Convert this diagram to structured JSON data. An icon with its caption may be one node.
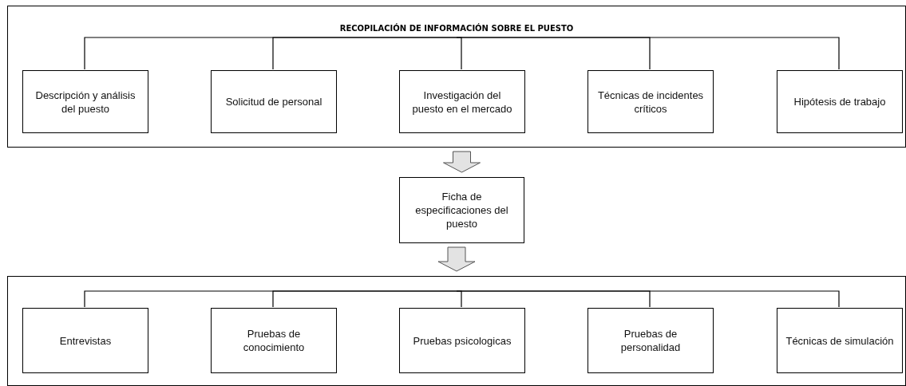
{
  "diagram": {
    "nodes": [
      {
        "text": [
          "RECOPILACIÓN DE INFORMACIÓN SOBRE EL PUESTO"
        ]
      },
      {
        "text": [
          "Descripción y análisis del puesto"
        ],
        "in": 0
      },
      {
        "text": [
          "Solicitud de personal"
        ],
        "in": 0
      },
      {
        "text": [
          "Investigación del puesto en el mercado"
        ],
        "in": 0
      },
      {
        "text": [
          "Técnicas de incidentes críticos"
        ],
        "in": 0
      },
      {
        "text": [
          "Hipótesis de trabajo"
        ],
        "in": 0
      },
      {
        "text": [
          "Ficha de especificaciones del puesto"
        ]
      },
      {
        "text": [],
        "shape": "box"
      },
      {
        "text": [
          "Entrevistas"
        ],
        "in": 7
      },
      {
        "text": [
          "Pruebas de conocimiento"
        ],
        "in": 7
      },
      {
        "text": [
          "Pruebas psicologicas"
        ],
        "in": 7
      },
      {
        "text": [
          "Pruebas de personalidad"
        ],
        "in": 7
      },
      {
        "text": [
          "Técnicas de simulación"
        ],
        "in": 7
      }
    ],
    "edges": [
      {
        "from": 0,
        "to": 1,
        "arrow": "none"
      },
      {
        "from": 0,
        "to": 2,
        "arrow": "none"
      },
      {
        "from": 0,
        "to": 3,
        "arrow": "none"
      },
      {
        "from": 0,
        "to": 4,
        "arrow": "none"
      },
      {
        "from": 0,
        "to": 5,
        "arrow": "none"
      },
      {
        "from": 0,
        "to": 6,
        "arrow": "to",
        "style": "thick"
      },
      {
        "from": 6,
        "to": 7,
        "arrow": "to",
        "style": "thick"
      },
      {
        "from": 7,
        "to": 8,
        "arrow": "none"
      },
      {
        "from": 7,
        "to": 9,
        "arrow": "none"
      },
      {
        "from": 7,
        "to": 10,
        "arrow": "none"
      },
      {
        "from": 7,
        "to": 11,
        "arrow": "none"
      },
      {
        "from": 7,
        "to": 12,
        "arrow": "none"
      }
    ]
  }
}
